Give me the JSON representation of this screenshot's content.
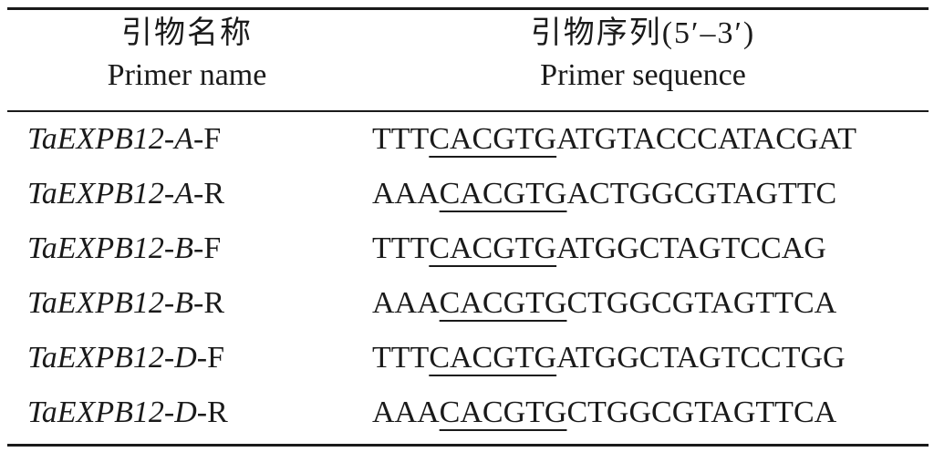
{
  "table": {
    "headers": {
      "name_zh": "引物名称",
      "name_en": "Primer name",
      "seq_zh": "引物序列(5′–3′)",
      "seq_en": "Primer sequence"
    },
    "rows": [
      {
        "gene": "TaEXPB12",
        "genome": "A",
        "direction": "F",
        "seq_prefix": "TTT",
        "seq_site": "CACGTG",
        "seq_rest": "ATGTACCCATACGAT"
      },
      {
        "gene": "TaEXPB12",
        "genome": "A",
        "direction": "R",
        "seq_prefix": "AAA",
        "seq_site": "CACGTG",
        "seq_rest": "ACTGGCGTAGTTC"
      },
      {
        "gene": "TaEXPB12",
        "genome": "B",
        "direction": "F",
        "seq_prefix": "TTT",
        "seq_site": "CACGTG",
        "seq_rest": "ATGGCTAGTCCAG"
      },
      {
        "gene": "TaEXPB12",
        "genome": "B",
        "direction": "R",
        "seq_prefix": "AAA",
        "seq_site": "CACGTG",
        "seq_rest": "CTGGCGTAGTTCA"
      },
      {
        "gene": "TaEXPB12",
        "genome": "D",
        "direction": "F",
        "seq_prefix": "TTT",
        "seq_site": "CACGTG",
        "seq_rest": "ATGGCTAGTCCTGG"
      },
      {
        "gene": "TaEXPB12",
        "genome": "D",
        "direction": "R",
        "seq_prefix": "AAA",
        "seq_site": "CACGTG",
        "seq_rest": "CTGGCGTAGTTCA"
      }
    ]
  }
}
